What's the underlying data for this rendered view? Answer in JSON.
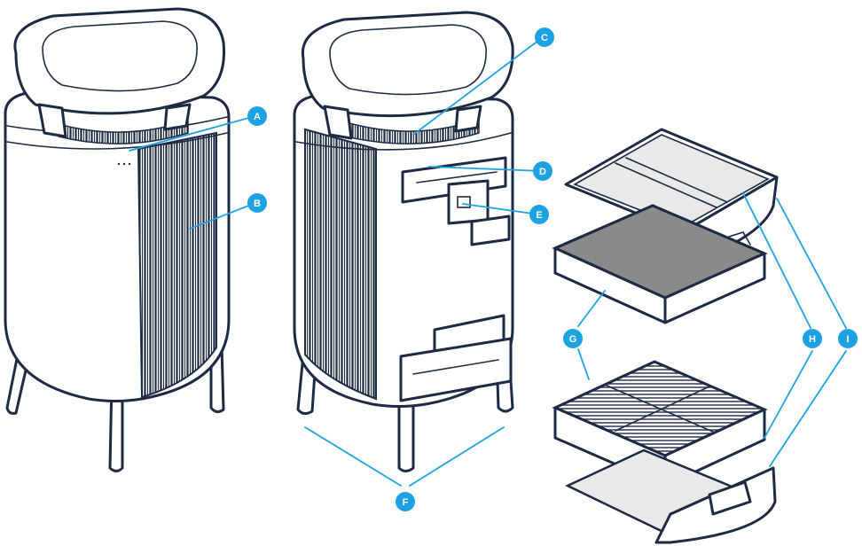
{
  "colors": {
    "outline": "#1d2a44",
    "callout": "#1ea2e4",
    "foam": "#8a8a8a",
    "paper": "#e9e9e9"
  },
  "callouts": {
    "a": "A",
    "b": "B",
    "c": "C",
    "d": "D",
    "e": "E",
    "f": "F",
    "g": "G",
    "h": "H",
    "i": "I"
  }
}
